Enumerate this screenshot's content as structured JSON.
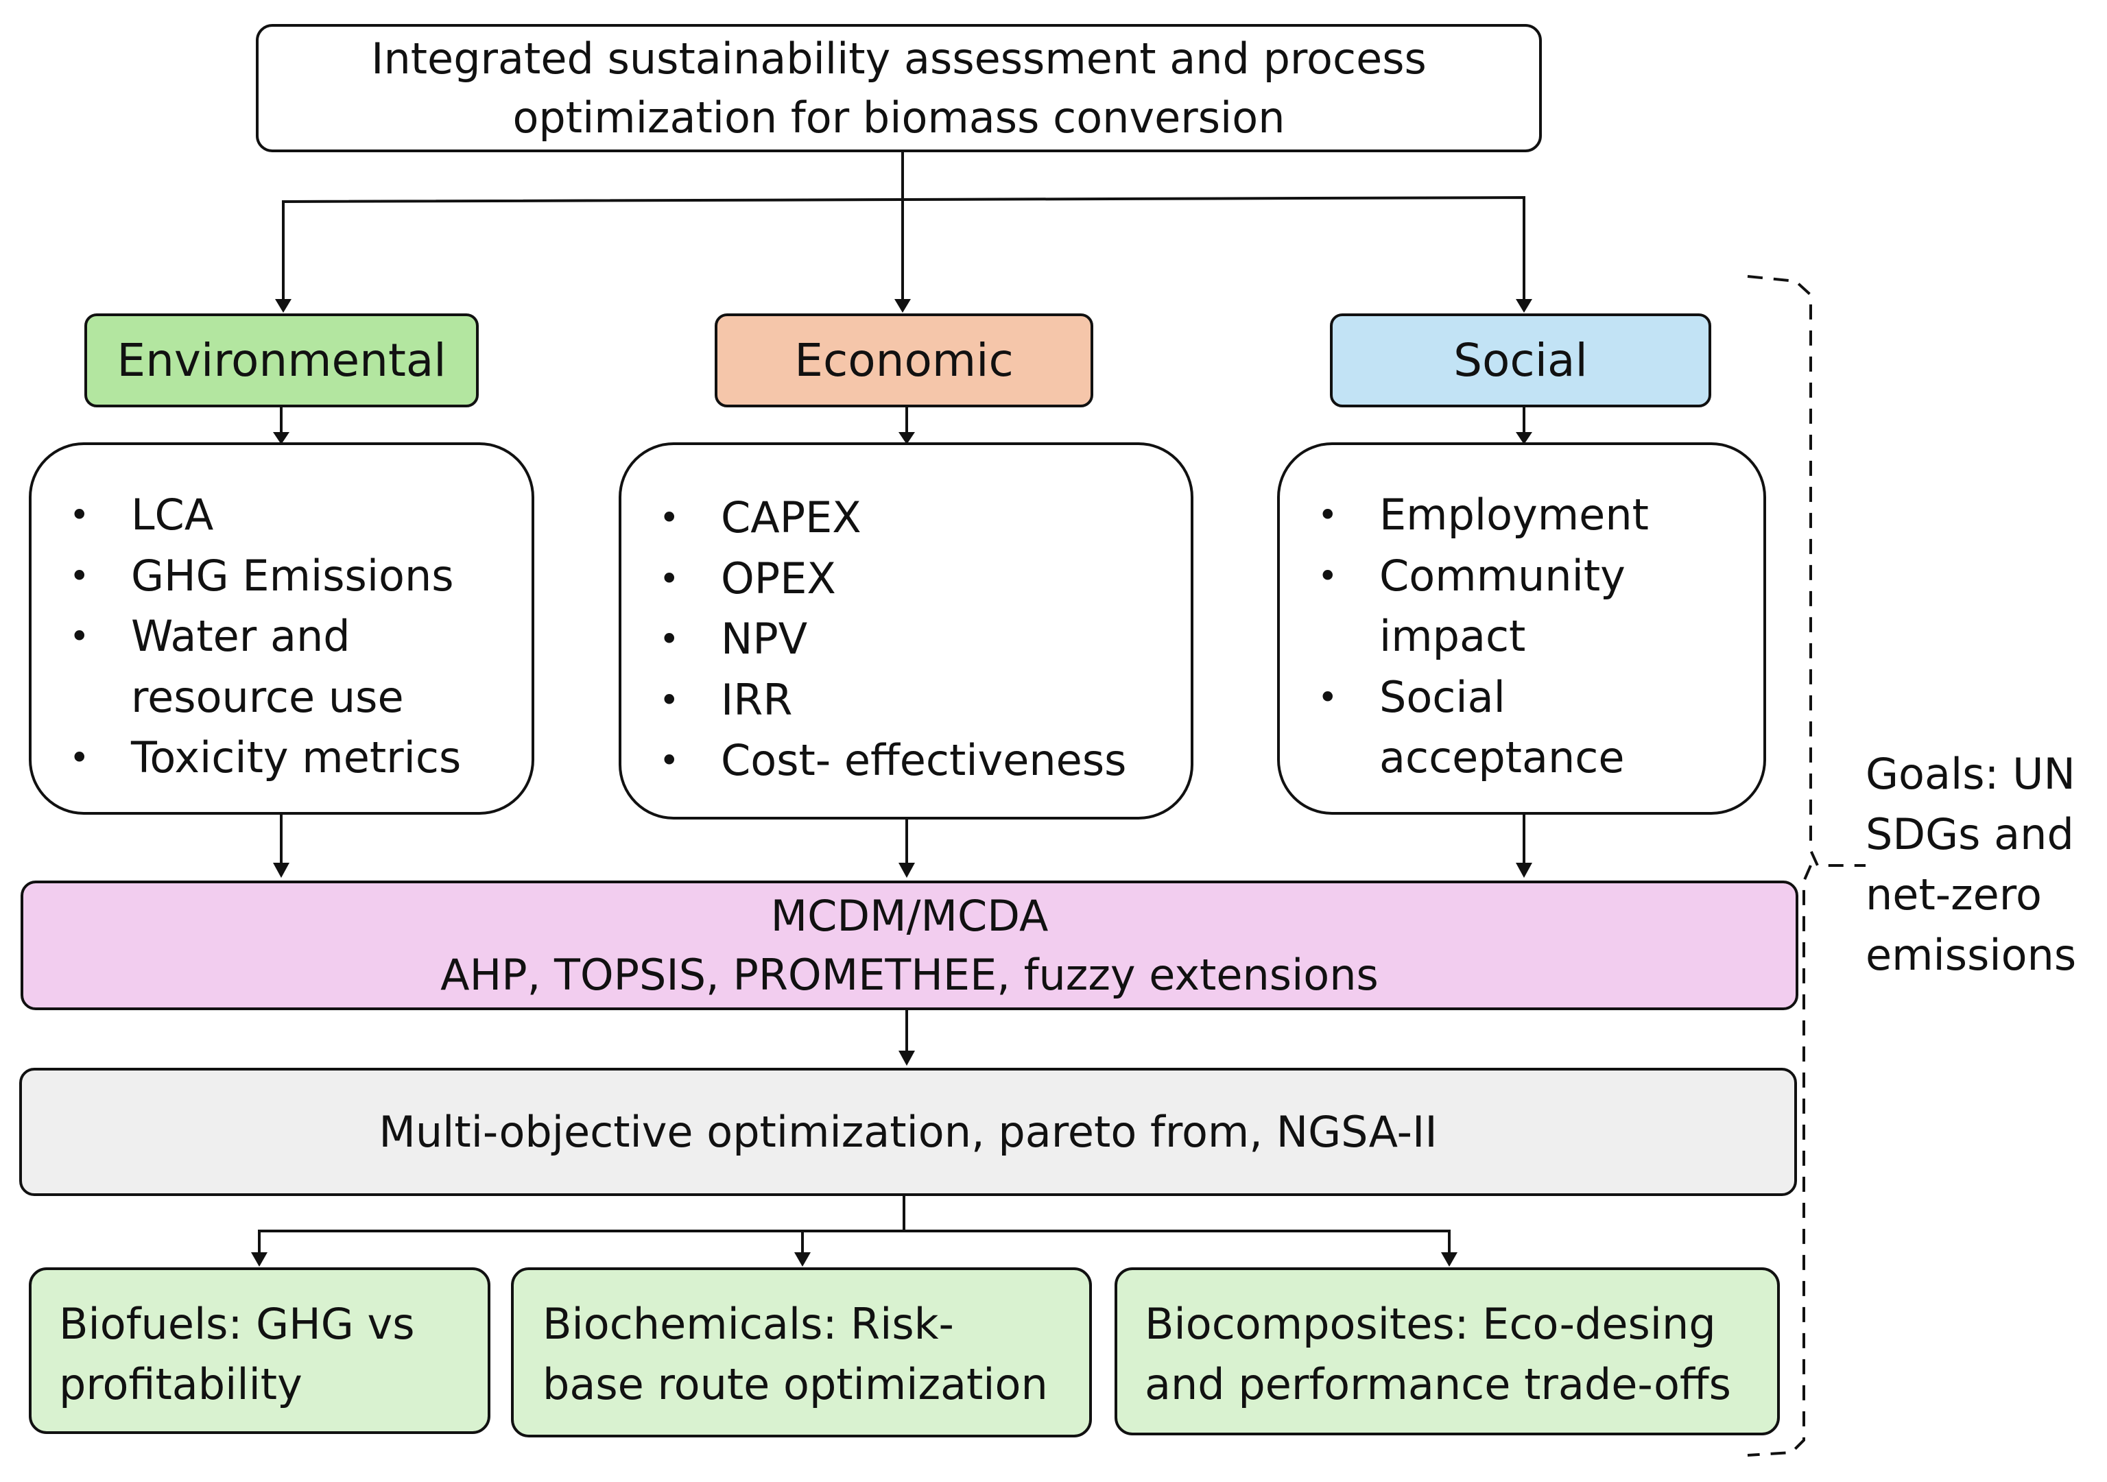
{
  "title": {
    "line1": "Integrated sustainability assessment and process",
    "line2": "optimization for biomass conversion"
  },
  "categories": {
    "environmental": "Environmental",
    "economic": "Economic",
    "social": "Social"
  },
  "colors": {
    "environmental": "#b3e6a0",
    "economic": "#f5c6aa",
    "social": "#c2e3f5",
    "mcdm": "#f2cdef",
    "optimization": "#efefef",
    "outcomes": "#d9f2d0"
  },
  "environmental_items": {
    "bullet": "•",
    "item1": "LCA",
    "item2": "GHG Emissions",
    "item3_line1": "Water and",
    "item3_line2": "resource use",
    "item4": "Toxicity metrics"
  },
  "economic_items": {
    "bullet": "•",
    "item1": "CAPEX",
    "item2": "OPEX",
    "item3": "NPV",
    "item4": "IRR",
    "item5": "Cost- effectiveness"
  },
  "social_items": {
    "bullet": "•",
    "item1": "Employment",
    "item2_line1": "Community",
    "item2_line2": "impact",
    "item3_line1": "Social",
    "item3_line2": "acceptance"
  },
  "mcdm": {
    "line1": "MCDM/MCDA",
    "line2": "AHP, TOPSIS, PROMETHEE, fuzzy extensions"
  },
  "optimization": {
    "label": "Multi-objective optimization, pareto from,  NGSA-II"
  },
  "outcomes": {
    "biofuels_line1": "Biofuels: GHG vs",
    "biofuels_line2": "profitability",
    "biochemicals_line1": "Biochemicals: Risk-",
    "biochemicals_line2": "base route optimization",
    "biocomposites_line1": "Biocomposites: Eco-desing",
    "biocomposites_line2": "and performance trade-offs"
  },
  "goals": {
    "line1": "Goals: UN",
    "line2": "SDGs and",
    "line3": "net-zero",
    "line4": "emissions"
  }
}
